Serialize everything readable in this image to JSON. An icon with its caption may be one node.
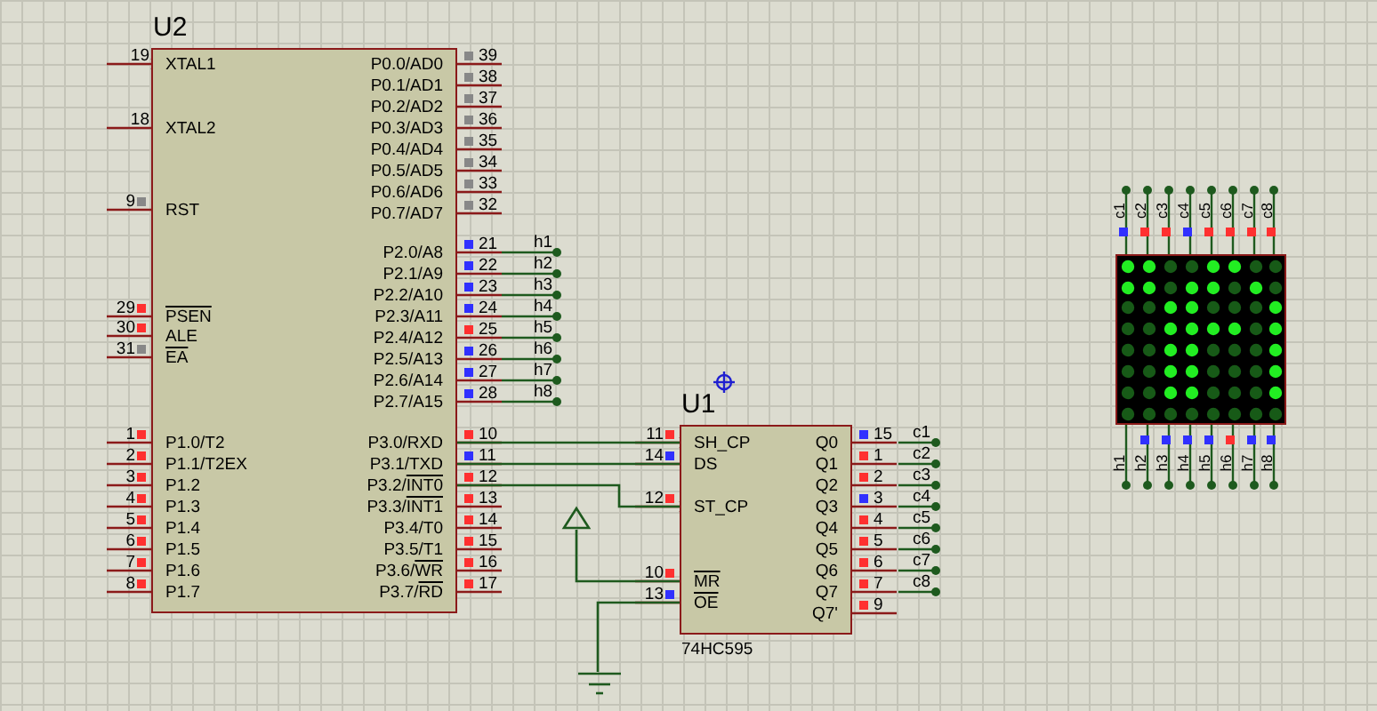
{
  "diagram": {
    "nodes": [
      {
        "text": [
          "U2",
          "19",
          "XTAL1",
          "18",
          "XTAL2",
          "9",
          "RST",
          "29",
          "PSEN",
          "30",
          "ALE",
          "31",
          "EA",
          "1",
          "P1.0/T2",
          "2",
          "P1.1/T2EX",
          "3",
          "P1.2",
          "4",
          "P1.3",
          "5",
          "P1.4",
          "6",
          "P1.5",
          "7",
          "P1.6",
          "8",
          "P1.7",
          "39",
          "P0.0/AD0",
          "38",
          "P0.1/AD1",
          "37",
          "P0.2/AD2",
          "36",
          "P0.3/AD3",
          "35",
          "P0.4/AD4",
          "34",
          "P0.5/AD5",
          "33",
          "P0.6/AD6",
          "32",
          "P0.7/AD7",
          "21",
          "P2.0/A8",
          "22",
          "P2.1/A9",
          "23",
          "P2.2/A10",
          "24",
          "P2.3/A11",
          "25",
          "P2.4/A12",
          "26",
          "P2.5/A13",
          "27",
          "P2.6/A14",
          "28",
          "P2.7/A15",
          "10",
          "P3.0/RXD",
          "11",
          "P3.1/TXD",
          "12",
          "P3.2/INT0",
          "13",
          "P3.3/INT1",
          "14",
          "P3.4/T0",
          "15",
          "P3.5/T1",
          "16",
          "P3.6/WR",
          "17",
          "P3.7/RD"
        ]
      },
      {
        "text": [
          "U1",
          "11",
          "SH_CP",
          "14",
          "DS",
          "12",
          "ST_CP",
          "10",
          "MR",
          "13",
          "OE",
          "15",
          "Q0",
          "1",
          "Q1",
          "2",
          "Q2",
          "3",
          "Q3",
          "4",
          "Q4",
          "5",
          "Q5",
          "6",
          "Q6",
          "7",
          "Q7",
          "9",
          "Q7'",
          "74HC595"
        ]
      },
      {
        "text": [
          "c1",
          "c2",
          "c3",
          "c4",
          "c5",
          "c6",
          "c7",
          "c8",
          "h1",
          "h2",
          "h3",
          "h4",
          "h5",
          "h6",
          "h7",
          "h8"
        ]
      },
      {
        "text": [],
        "shape": "triangle"
      },
      {
        "text": [],
        "shape": "ground"
      }
    ],
    "edges": [
      {
        "from": 0,
        "to": 1,
        "arrow": "none"
      },
      {
        "from": 0,
        "to": 1,
        "arrow": "none"
      },
      {
        "from": 0,
        "to": 1,
        "arrow": "none"
      },
      {
        "from": 3,
        "to": 1,
        "arrow": "none"
      },
      {
        "from": 1,
        "to": 4,
        "arrow": "none"
      }
    ],
    "labels": [
      "h1",
      "h2",
      "h3",
      "h4",
      "h5",
      "h6",
      "h7",
      "h8",
      "c1",
      "c2",
      "c3",
      "c4",
      "c5",
      "c6",
      "c7",
      "c8"
    ]
  }
}
